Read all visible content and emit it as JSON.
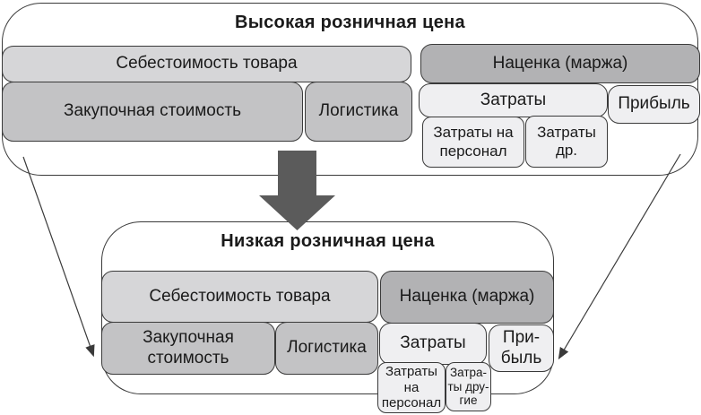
{
  "top": {
    "title": "Высокая розничная цена",
    "cost_header": "Себестоимость товара",
    "purchase": "Закупочная стоимость",
    "logistics": "Логистика",
    "margin_header": "Наценка (маржа)",
    "costs": "Затраты",
    "profit": "Прибыль",
    "personnel": "Затраты на\nперсонал",
    "other": "Затраты\nдр."
  },
  "bottom": {
    "title": "Низкая розничная цена",
    "cost_header": "Себестоимость товара",
    "purchase": "Закупочная\nстоимость",
    "logistics": "Логистика",
    "margin_header": "Наценка (маржа)",
    "costs": "Затраты",
    "profit": "При-\nбыль",
    "personnel": "Затраты\nна\nперсонал",
    "other": "Затра-\nты дру-\nгие"
  },
  "colors": {
    "light_box": "#d6d6d8",
    "medium_box": "#c3c3c5",
    "dark_box": "#b2b2b4",
    "pale_box": "#efeff1",
    "arrow": "#5b5b5b",
    "border": "#3a3a3a",
    "text": "#1a1a1a"
  }
}
